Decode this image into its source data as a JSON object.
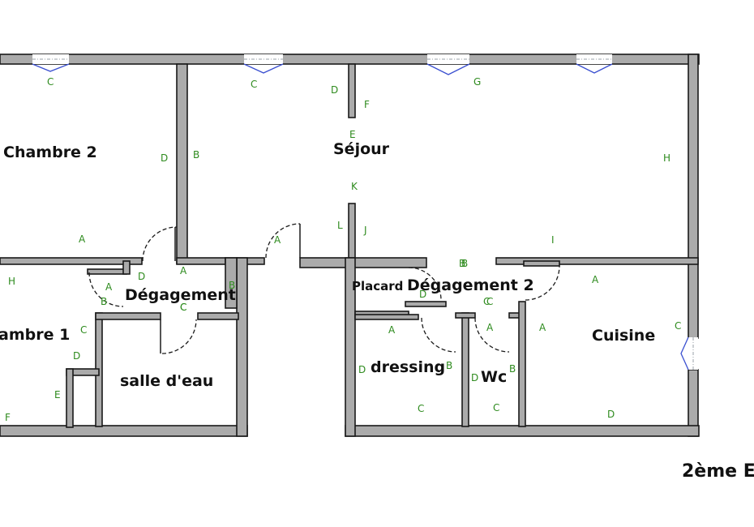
{
  "floor_label": "2ème E",
  "colors": {
    "wall": "#ababab",
    "label": "#2e8b1e",
    "window": "#3a4fd0"
  },
  "rooms": [
    {
      "name": "Chambre 2"
    },
    {
      "name": "Séjour"
    },
    {
      "name": "ambre 1"
    },
    {
      "name": "Dégagement"
    },
    {
      "name": "salle d'eau"
    },
    {
      "name": "Placard"
    },
    {
      "name": "Dégagement 2"
    },
    {
      "name": "dressing"
    },
    {
      "name": "Wc"
    },
    {
      "name": "Cuisine"
    }
  ],
  "wall_labels": [
    "C",
    "C",
    "D",
    "F",
    "G",
    "D",
    "B",
    "E",
    "H",
    "K",
    "L",
    "J",
    "A",
    "I",
    "H",
    "D",
    "A",
    "A",
    "B",
    "B",
    "A",
    "C",
    "B",
    "C",
    "A",
    "D",
    "C",
    "D",
    "C",
    "A",
    "A",
    "A",
    "B",
    "C",
    "D",
    "E",
    "F",
    "D",
    "B",
    "C",
    "C",
    "D",
    "B",
    "C"
  ]
}
